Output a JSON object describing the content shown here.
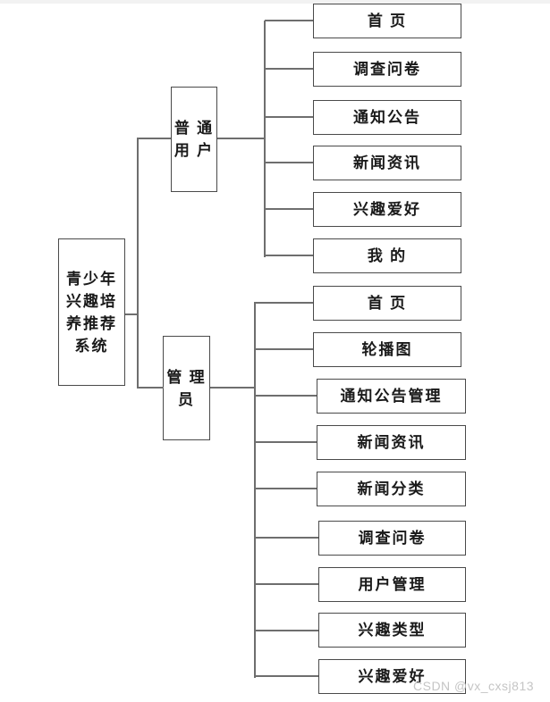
{
  "page": {
    "background": "#ffffff",
    "top_strip_color": "#f2f2f2",
    "watermark": "CSDN @vx_cxsj813",
    "watermark_color": "#c5c5c5"
  },
  "colors": {
    "box_border": "#4a4a4a",
    "connector_line": "#6e6e6e",
    "text": "#1a1a1a"
  },
  "tree": {
    "root": {
      "lines": [
        "青少年",
        "兴趣培",
        "养推荐",
        "系统"
      ]
    },
    "user_branch": {
      "label_lines": [
        "普 通",
        "用 户"
      ],
      "items": [
        "首 页",
        "调查问卷",
        "通知公告",
        "新闻资讯",
        "兴趣爱好",
        "我 的"
      ]
    },
    "admin_branch": {
      "label_lines": [
        "管 理",
        "员"
      ],
      "items": [
        "首 页",
        "轮播图",
        "通知公告管理",
        "新闻资讯",
        "新闻分类",
        "调查问卷",
        "用户管理",
        "兴趣类型",
        "兴趣爱好"
      ]
    }
  }
}
